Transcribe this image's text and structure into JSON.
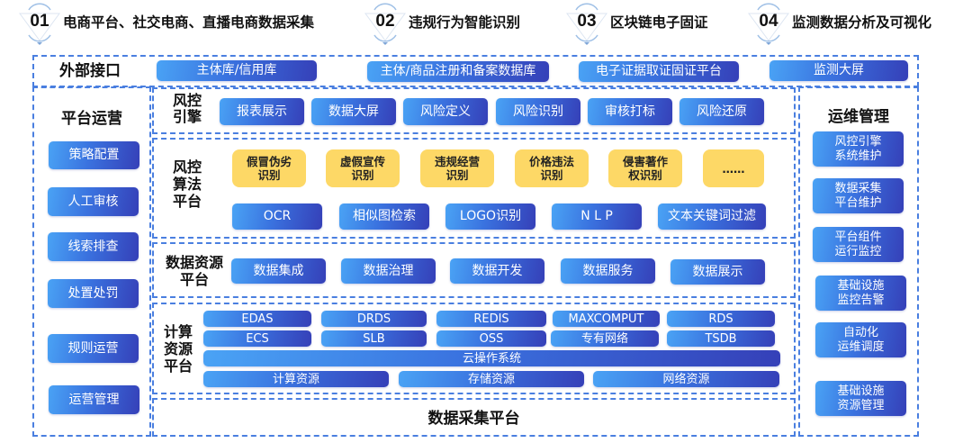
{
  "header": {
    "steps": [
      {
        "num": "01",
        "label": "电商平台、社交电商、直播电商数据采集"
      },
      {
        "num": "02",
        "label": "违规行为智能识别"
      },
      {
        "num": "03",
        "label": "区块链电子固证"
      },
      {
        "num": "04",
        "label": "监测数据分析及可视化"
      }
    ]
  },
  "external": {
    "title": "外部接口",
    "items": [
      "主体库/信用库",
      "主体/商品注册和备案数据库",
      "电子证据取证固证平台",
      "监测大屏"
    ]
  },
  "ops_left": {
    "title": "平台运营",
    "items": [
      "策略配置",
      "人工审核",
      "线索排查",
      "处置处罚",
      "规则运营",
      "运营管理"
    ]
  },
  "risk_engine": {
    "title": "风控\n引擎",
    "items": [
      "报表展示",
      "数据大屏",
      "风险定义",
      "风险识别",
      "审核打标",
      "风险还原"
    ]
  },
  "algo_platform": {
    "title": "风控\n算法\n平台",
    "scenarios": [
      "假冒伪劣\n识别",
      "虚假宣传\n识别",
      "违规经营\n识别",
      "价格违法\n识别",
      "侵害著作\n权识别",
      "……"
    ],
    "techniques": [
      "OCR",
      "相似图检索",
      "LOGO识别",
      "N L P",
      "文本关键词过滤"
    ]
  },
  "data_platform": {
    "title": "数据资源\n平台",
    "items": [
      "数据集成",
      "数据治理",
      "数据开发",
      "数据服务",
      "数据展示"
    ]
  },
  "compute_platform": {
    "title": "计算\n资源\n平台",
    "row1": [
      "EDAS",
      "DRDS",
      "REDIS",
      "MAXCOMPUT",
      "RDS"
    ],
    "row2": [
      "ECS",
      "SLB",
      "OSS",
      "专有网络",
      "TSDB"
    ],
    "os": "云操作系统",
    "resources": [
      "计算资源",
      "存储资源",
      "网络资源"
    ]
  },
  "collection": {
    "title": "数据采集平台"
  },
  "ops_right": {
    "title": "运维管理",
    "items": [
      "风控引擎\n系统维护",
      "数据采集\n平台维护",
      "平台组件\n运行监控",
      "基础设施\n监控告警",
      "自动化\n运维调度",
      "基础设施\n资源管理"
    ]
  },
  "colors": {
    "dash_border": "#4a7fe0",
    "button_start": "#4aa3f5",
    "button_end": "#3540b8",
    "scenario_fill": "#fdd866"
  }
}
